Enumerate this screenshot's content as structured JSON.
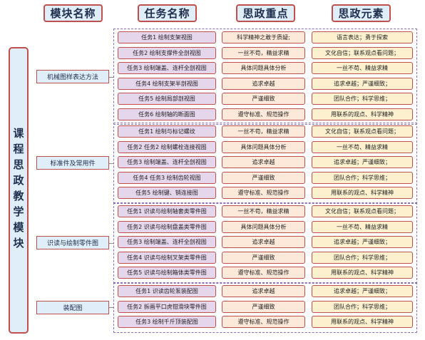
{
  "headers": {
    "module": "模块名称",
    "task": "任务名称",
    "key": "思政重点",
    "element": "思政元素"
  },
  "side_title": "课程思政教学模块",
  "groups": [
    {
      "module": "机械图样表达方法",
      "rows": [
        {
          "task": "任务1 绘制支架视图",
          "key": "科学精神之敢于质疑;",
          "element": "语言表达；勇于探索"
        },
        {
          "task": "任务2 绘制支撑件全剖视图",
          "key": "一丝不苟，精益求精",
          "element": "文化自信；联系观点看问题；"
        },
        {
          "task": "任务3 绘制端盖、连杆全剖视图",
          "key": "具体问题具体分析",
          "element": "一丝不苟、精益求精"
        },
        {
          "task": "任务4 绘制支架半剖视图",
          "key": "追求卓越",
          "element": "追求卓越；严谨细致；"
        },
        {
          "task": "任务5 绘制局部剖视图",
          "key": "严谨细致",
          "element": "团队合作；科学思维；"
        },
        {
          "task": "任务6 绘制轴的断面图",
          "key": "遵守标准、规范操作",
          "element": "用联系的观点、科学精神"
        }
      ]
    },
    {
      "module": "标准件及常用件",
      "rows": [
        {
          "task": "任务1 绘制与标记螺纹",
          "key": "一丝不苟，精益求精",
          "element": "文化自信；联系观点看问题；"
        },
        {
          "task": "任务2 任务2 绘制螺栓连接视图",
          "key": "具体问题具体分析",
          "element": "一丝不苟、精益求精"
        },
        {
          "task": "任务3 绘制端盖、连杆全剖视图",
          "key": "追求卓越",
          "element": "追求卓越；严谨细致；"
        },
        {
          "task": "任务4 任务3 绘制齿轮视图",
          "key": "严谨细致",
          "element": "团队合作；科学思维；"
        },
        {
          "task": "任务5 绘制键、销连接图",
          "key": "遵守标准、规范操作",
          "element": "用联系的观点、科学精神"
        }
      ]
    },
    {
      "module": "识读与绘制零件图",
      "rows": [
        {
          "task": "任务1 识读与绘制轴套类零件图",
          "key": "一丝不苟，精益求精",
          "element": "文化自信；联系观点看问题；"
        },
        {
          "task": "任务2 识读与绘制盘盖类零件图",
          "key": "具体问题具体分析",
          "element": "一丝不苟、精益求精"
        },
        {
          "task": "任务3 绘制端盖、连杆全剖视图",
          "key": "追求卓越",
          "element": "追求卓越；严谨细致；"
        },
        {
          "task": "任务4 识读与绘制叉架类零件图",
          "key": "严谨细致",
          "element": "团队合作；科学思维；"
        },
        {
          "task": "任务5 识读与绘制箱体类零件图",
          "key": "遵守标准、规范操作",
          "element": "用联系的观点、科学精神"
        }
      ]
    },
    {
      "module": "装配图",
      "rows": [
        {
          "task": "任务1 识读齿轮泵装配图",
          "key": "追求卓越",
          "element": "追求卓越；严谨细致；"
        },
        {
          "task": "任务2 拆画平口虎钳滑块零件图",
          "key": "严谨细致",
          "element": "团队合作；科学思维；"
        },
        {
          "task": "任务3 绘制千斤顶装配图",
          "key": "遵守标准、规范操作",
          "element": "用联系的观点、科学精神"
        }
      ]
    }
  ]
}
